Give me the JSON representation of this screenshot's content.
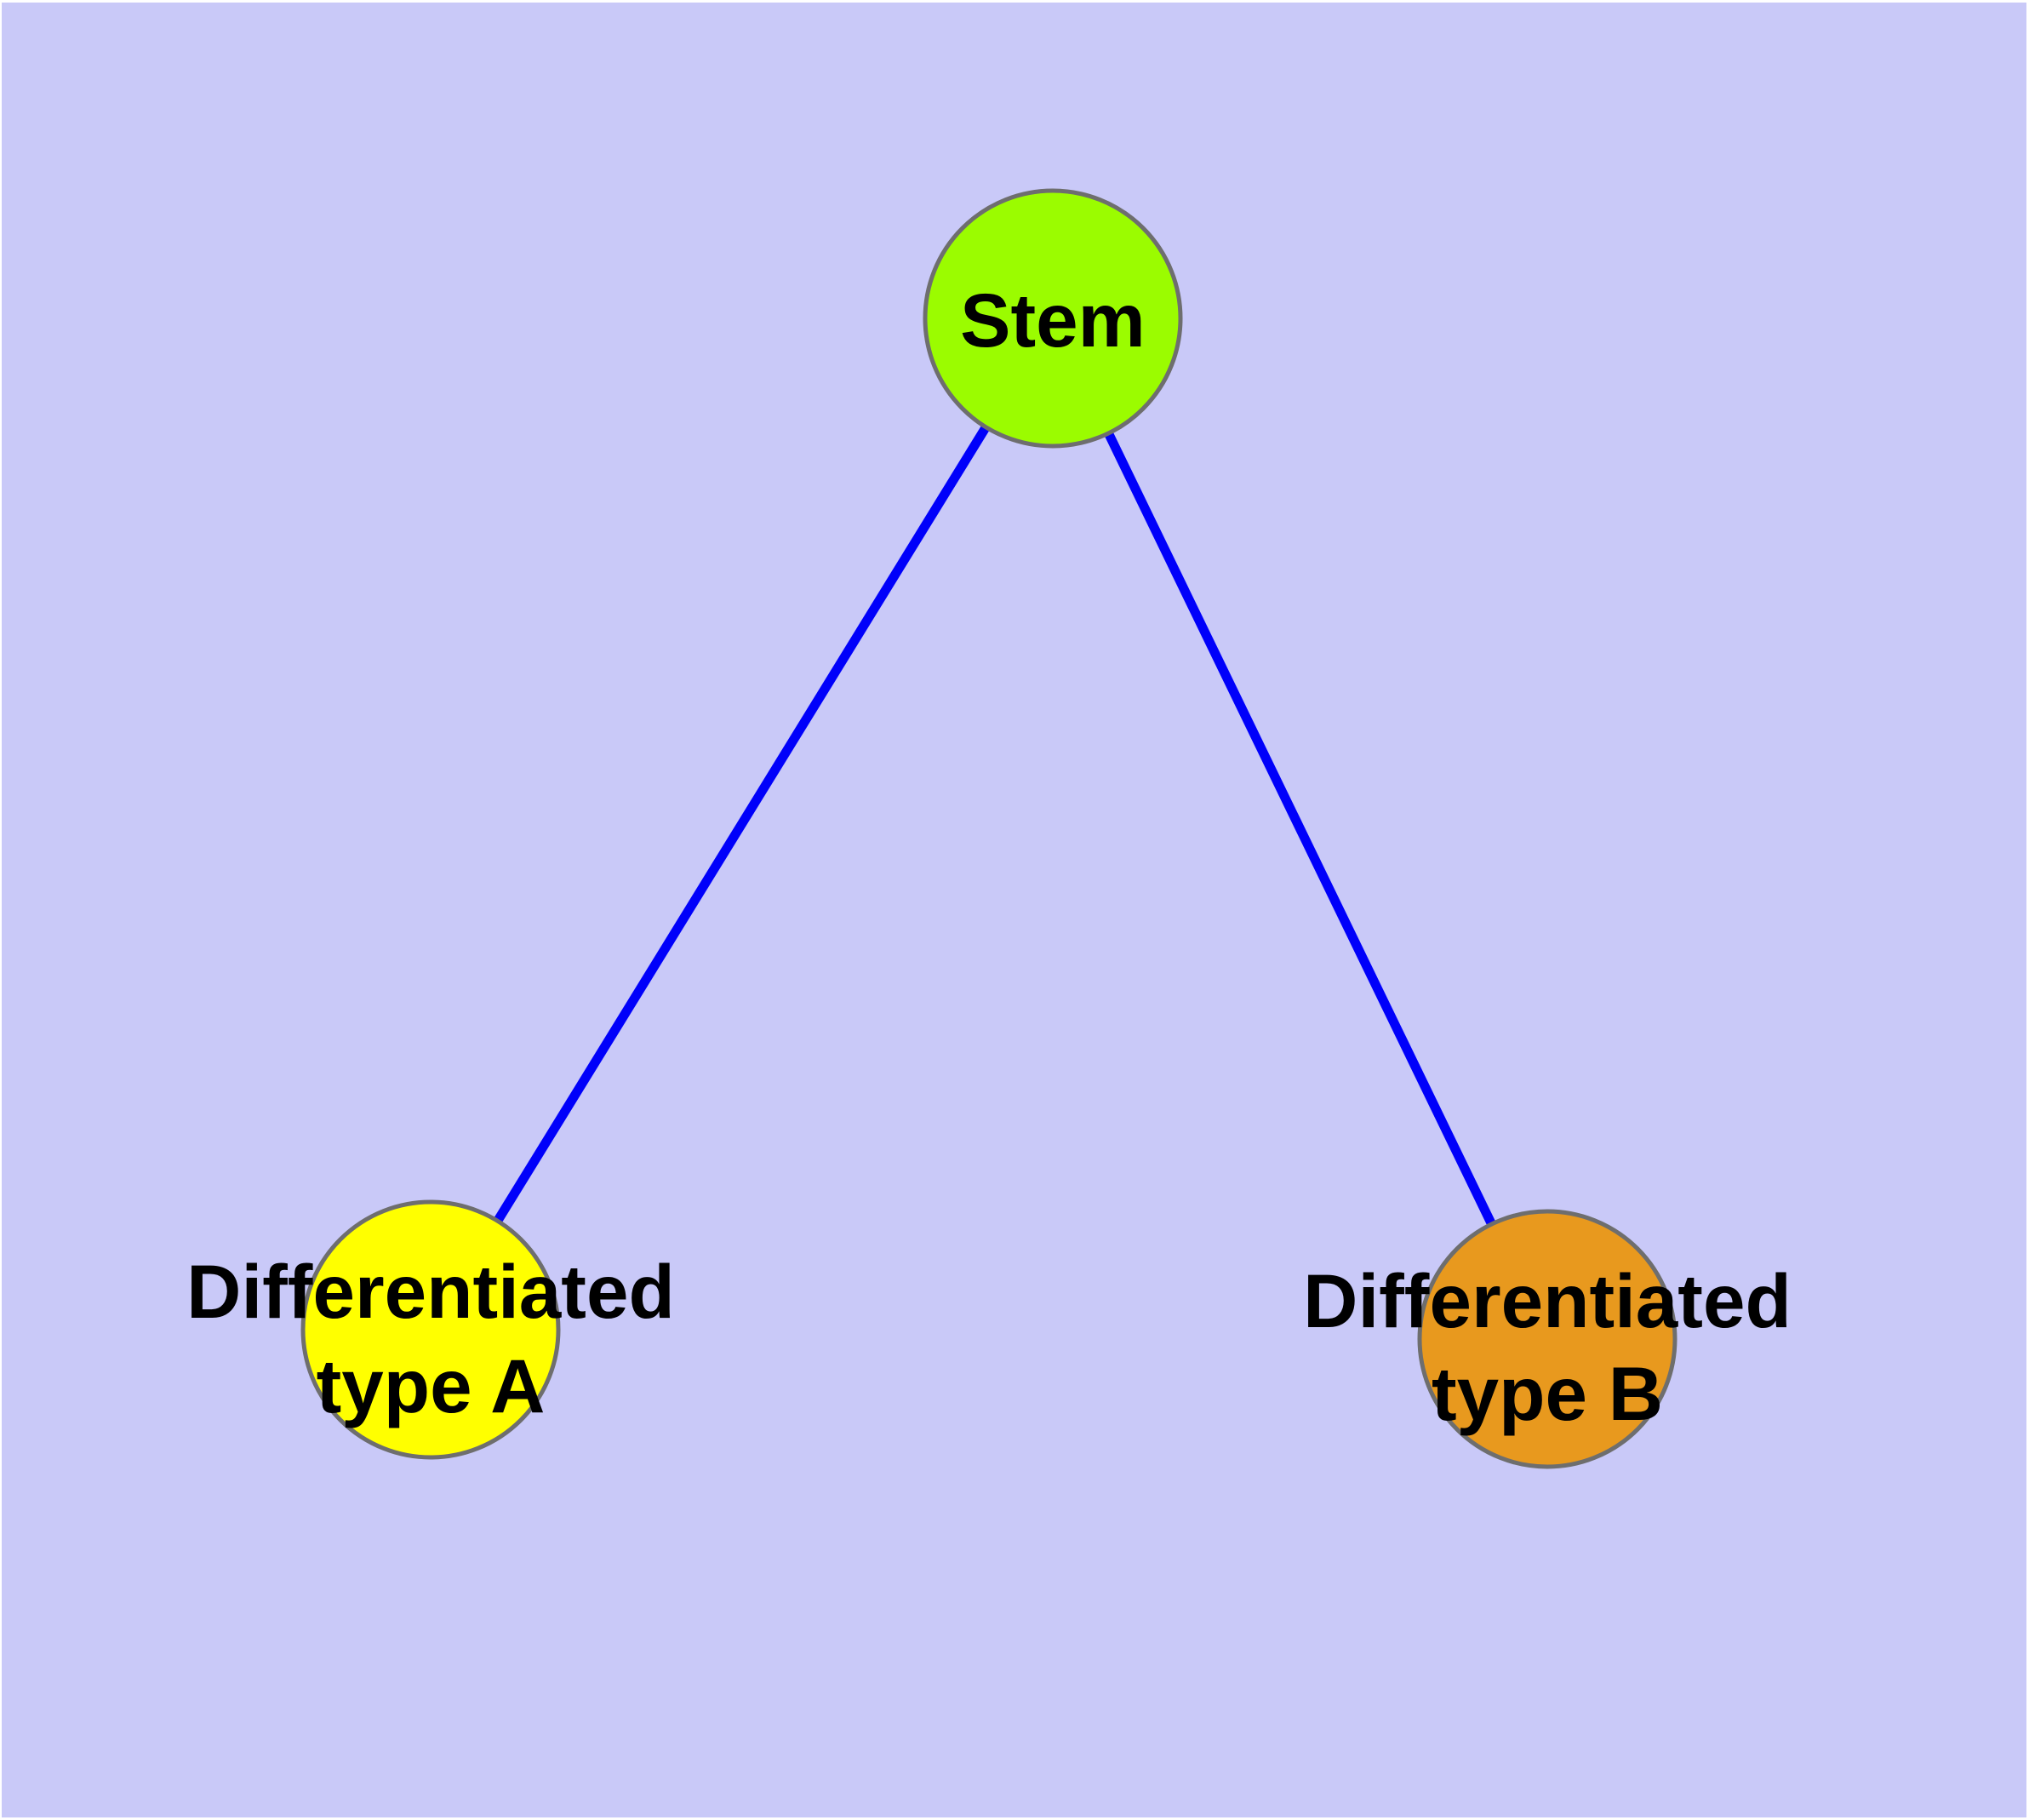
{
  "diagram": {
    "type": "graph",
    "description": "Cell differentiation tree: a stem node with two differentiated child types",
    "styles": {
      "background_color": "#C9C9F8",
      "frame_color": "#FFFFFF",
      "node_border_color": "#6E6E6E",
      "edge_color": "#0000FA",
      "label_color": "#000000"
    },
    "nodes": {
      "stem": {
        "label": "Stem",
        "color": "#9BFC00"
      },
      "typeA": {
        "label_lines": [
          "Differentiated",
          "type A"
        ],
        "label_full": "Differentiated type A",
        "color": "#FFFF00"
      },
      "typeB": {
        "label_lines": [
          "Differentiated",
          "type B"
        ],
        "label_full": "Differentiated type B",
        "color": "#E8991E"
      }
    },
    "edges": [
      {
        "from": "Stem",
        "to": "Differentiated type A",
        "color": "#0000FA"
      },
      {
        "from": "Stem",
        "to": "Differentiated type B",
        "color": "#0000FA"
      }
    ]
  }
}
